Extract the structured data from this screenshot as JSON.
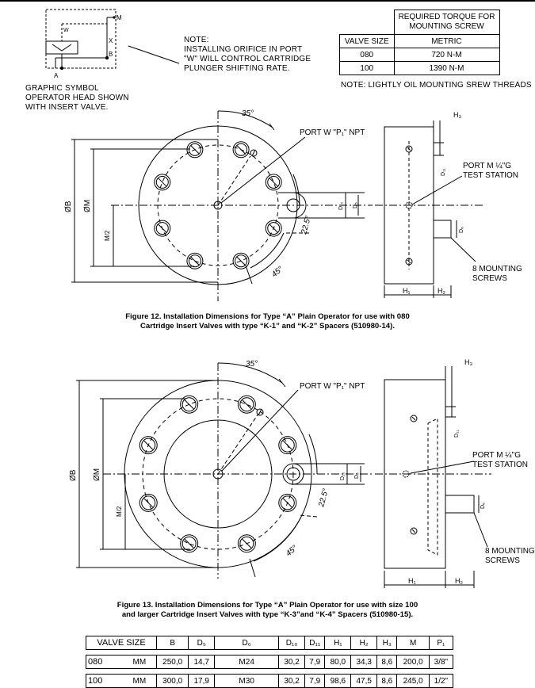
{
  "note_orifice": {
    "lines": [
      "NOTE:",
      "INSTALLING ORIFICE IN PORT",
      "\"W\" WILL CONTROL CARTRIDGE",
      "PLUNGER SHIFTING RATE."
    ]
  },
  "symbol": {
    "caption_lines": [
      "GRAPHIC SYMBOL",
      "OPERATOR HEAD SHOWN",
      "WITH INSERT VALVE."
    ],
    "labels": {
      "m": "M",
      "w": "W",
      "x": "X",
      "b": "B",
      "a": "A"
    }
  },
  "torque_table": {
    "title_lines": [
      "REQUIRED TORQUE FOR",
      "MOUNTING SCREW"
    ],
    "headers": [
      "VALVE SIZE",
      "METRIC"
    ],
    "rows": [
      [
        "080",
        "720 N-M"
      ],
      [
        "100",
        "1390 N-M"
      ]
    ]
  },
  "note_oil": "NOTE: LIGHTLY OIL MOUNTING SREW THREADS",
  "figure12": {
    "labels": {
      "angle_35": "35°",
      "angle_225": "22.5°",
      "angle_45": "45°",
      "port_w": "PORT W \"P₁\" NPT",
      "port_m_1": "PORT M ¼\"G",
      "port_m_2": "TEST STATION",
      "screws_1": "8 MOUNTING",
      "screws_2": "SCREWS",
      "dia_b": "ØB",
      "dia_m": "ØM",
      "half_m": "M/2",
      "d10": "D₁₀",
      "d5": "D₅",
      "d6": "D₆",
      "d11": "D₁₁",
      "h1": "H₁",
      "h2": "H₂",
      "h3": "H₃"
    },
    "caption_lines": [
      "Figure 12. Installation Dimensions for Type “A” Plain Operator for use with 080",
      "Cartridge Insert Valves with type “K-1” and “K-2” Spacers (510980-14)."
    ]
  },
  "figure13": {
    "labels": {
      "angle_35": "35°",
      "angle_225": "22.5°",
      "angle_45": "45°",
      "port_w": "PORT W \"P₁\" NPT",
      "port_m_1": "PORT M ¼\"G",
      "port_m_2": "TEST STATION",
      "screws_1": "8 MOUNTING",
      "screws_2": "SCREWS",
      "dia_b": "ØB",
      "dia_m": "ØM",
      "half_m": "M/2",
      "d10": "D₁₀",
      "d5": "D₅",
      "d6": "D₆",
      "d11": "D₁₁",
      "h1": "H₁",
      "h2": "H₂",
      "h3": "H₃"
    },
    "caption_lines": [
      "Figure 13. Installation Dimensions for Type “A” Plain Operator for use with size 100",
      "and larger  Cartridge Insert Valves with type “K-3”and “K-4” Spacers (510980-15)."
    ]
  },
  "dimension_table": {
    "headers": [
      "VALVE SIZE",
      "",
      "B",
      "D₅",
      "D₆",
      "D₁₀",
      "D₁₁",
      "H₁",
      "H₂",
      "H₃",
      "M",
      "P₁"
    ],
    "rows": [
      [
        "080",
        "MM",
        "250,0",
        "14,7",
        "M24",
        "30,2",
        "7,9",
        "80,0",
        "34,3",
        "8,6",
        "200,0",
        "3/8\""
      ],
      [
        "100",
        "MM",
        "300,0",
        "17,9",
        "M30",
        "30,2",
        "7,9",
        "98,6",
        "47,5",
        "8,6",
        "245,0",
        "1/2\""
      ]
    ]
  }
}
